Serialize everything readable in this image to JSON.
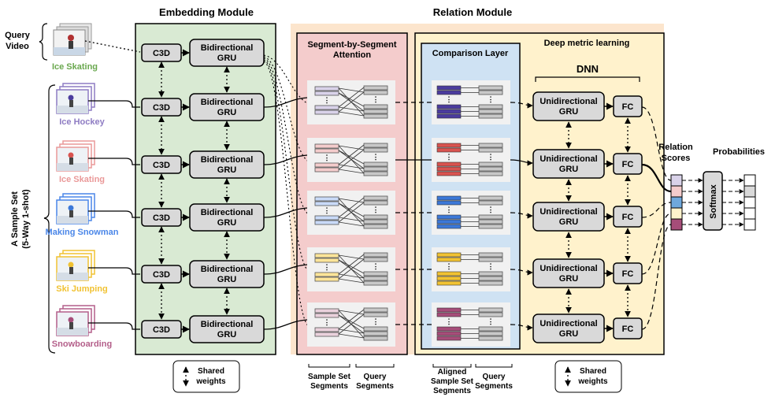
{
  "sections": {
    "embedding": "Embedding Module",
    "relation": "Relation Module",
    "attention": [
      "Segment-by-Segment",
      "Attention"
    ],
    "comparison": "Comparison Layer",
    "metric": "Deep metric learning",
    "dnn": "DNN"
  },
  "query": {
    "label": [
      "Query",
      "Video"
    ],
    "class": "Ice Skating",
    "color": "#6aa84f"
  },
  "sample_set": {
    "label": [
      "A Sample Set",
      "(5-Way 1-shot)"
    ],
    "classes": [
      {
        "name": "Ice Hockey",
        "color": "#8e7cc3",
        "bar": "#4b3c9e"
      },
      {
        "name": "Ice Skating",
        "color": "#ea9999",
        "bar": "#d9534f"
      },
      {
        "name": "Making Snowman",
        "color": "#4a86e8",
        "bar": "#3c78d8"
      },
      {
        "name": "Ski Jumping",
        "color": "#f1c232",
        "bar": "#f1c232"
      },
      {
        "name": "Snowboarding",
        "color": "#b45f8a",
        "bar": "#a64d79"
      }
    ]
  },
  "blocks": {
    "c3d": "C3D",
    "bigru": [
      "Bidirectional",
      "GRU"
    ],
    "unigru": [
      "Unidirectional",
      "GRU"
    ],
    "fc": "FC",
    "softmax": "Softmax"
  },
  "outputs": {
    "relation_scores": [
      "Relation",
      "Scores"
    ],
    "probabilities": "Probabilities",
    "score_colors": [
      "#d9d2e9",
      "#f4cccc",
      "#6fa8dc",
      "#fff2cc",
      "#a64d79"
    ]
  },
  "legends": {
    "shared": [
      "Shared",
      "weights"
    ],
    "sample_segments": [
      "Sample Set",
      "Segments"
    ],
    "query_segments": [
      "Query",
      "Segments"
    ],
    "aligned_segments": [
      "Aligned",
      "Sample Set",
      "Segments"
    ]
  },
  "colors": {
    "embedding_bg": "#d9ead3",
    "relation_bg": "#fce5cd",
    "attention_bg": "#f4cccc",
    "comparison_bg": "#cfe2f3",
    "metric_bg": "#fff2cc",
    "block_fill": "#d9d9d9"
  }
}
